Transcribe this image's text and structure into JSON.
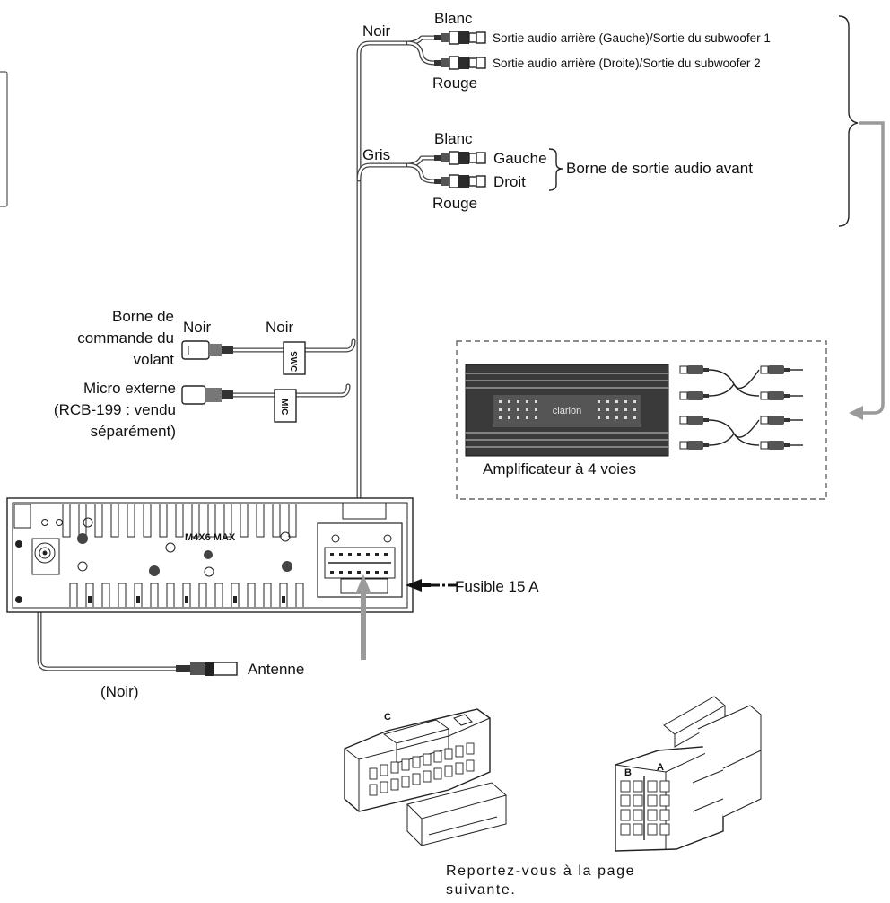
{
  "rca_top": {
    "wire_color": "Noir",
    "upper_color": "Blanc",
    "lower_color": "Rouge",
    "upper_output": "Sortie audio arrière (Gauche)/Sortie du subwoofer 1",
    "lower_output": "Sortie audio arrière (Droite)/Sortie du subwoofer 2"
  },
  "rca_front": {
    "wire_color": "Gris",
    "upper_color": "Blanc",
    "lower_color": "Rouge",
    "left_label": "Gauche",
    "right_label": "Droit",
    "group_label": "Borne de sortie audio avant"
  },
  "steering": {
    "label_lines": [
      "Borne de",
      "commande du",
      "volant"
    ],
    "connector_color": "Noir",
    "wire_color": "Noir",
    "tag": "SWC"
  },
  "mic": {
    "label_lines": [
      "Micro externe",
      "(RCB-199 : vendu",
      "séparément)"
    ],
    "tag": "MIC"
  },
  "amplifier": {
    "label": "Amplificateur à 4 voies",
    "brand": "clarion"
  },
  "head_unit": {
    "screw_label": "M4X6  MAX"
  },
  "fuse": {
    "label": "Fusible 15 A"
  },
  "antenna": {
    "label": "Antenne",
    "wire_color": "(Noir)"
  },
  "iso": {
    "label_c": "C",
    "label_b": "B",
    "label_a": "A"
  },
  "footer": {
    "note": "Reportez-vous à la page suivante."
  }
}
